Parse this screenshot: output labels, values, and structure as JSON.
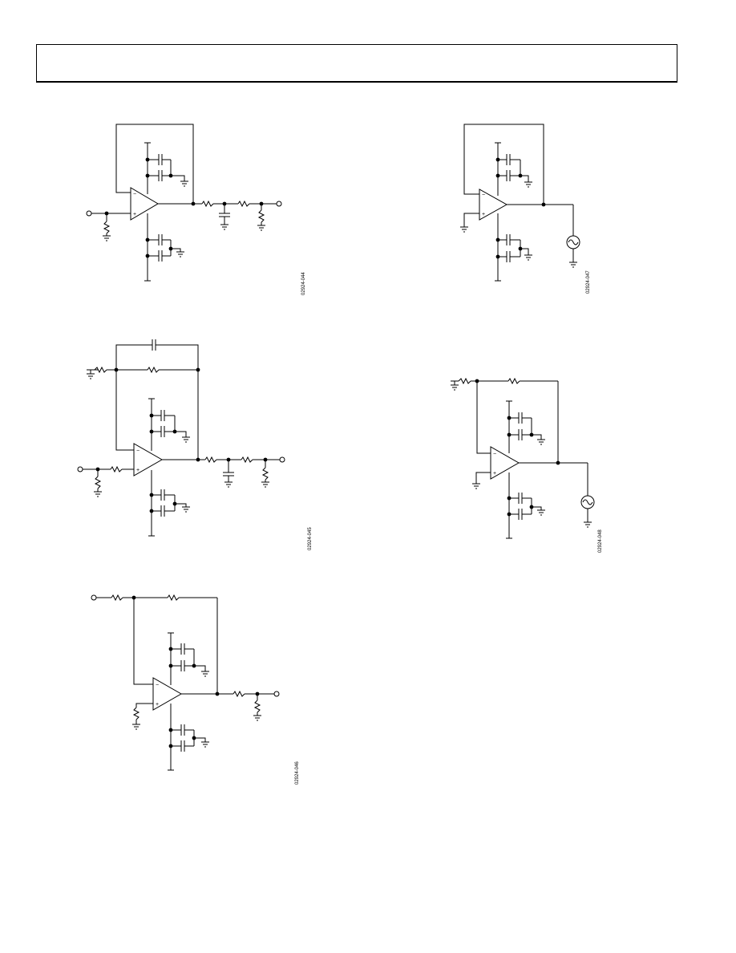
{
  "op_amp_pins": {
    "inverting": "−",
    "non_inverting": "+"
  },
  "figures": [
    {
      "id": "02924-044"
    },
    {
      "id": "02924-047"
    },
    {
      "id": "02924-045"
    },
    {
      "id": "02924-048"
    },
    {
      "id": "02924-046"
    }
  ]
}
